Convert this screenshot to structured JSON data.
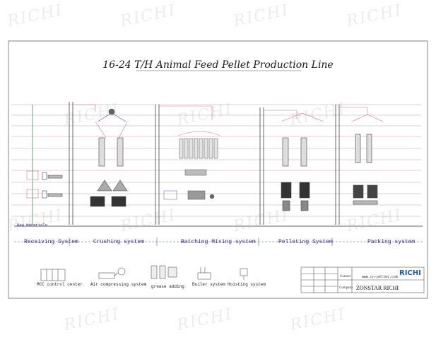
{
  "title": "16-24 T/H Animal Feed Pellet Production Line",
  "raw_materials_label": "Raw Materials",
  "sections": [
    {
      "name": "Receiving System"
    },
    {
      "name": "Crushing system"
    },
    {
      "name": "Batching Mixing system"
    },
    {
      "name": "Pelleting System"
    },
    {
      "name": "Packing system"
    }
  ],
  "auxiliary": [
    {
      "name": "MCC control center",
      "icon": "control-cabinet-icon"
    },
    {
      "name": "Air compressing system",
      "icon": "air-compressor-icon"
    },
    {
      "name": "grease adding",
      "icon": "grease-tank-icon"
    },
    {
      "name": "Boiler system",
      "icon": "boiler-icon"
    },
    {
      "name": "Hoisting system",
      "icon": "hoist-icon"
    }
  ],
  "title_block": {
    "contact_label": "Contact",
    "website": "www.cn-pellet.com",
    "company_label": "Company",
    "company": "ZONSTAR RICHI",
    "logo_text": "RICHI"
  },
  "watermark": "RICHI",
  "colors": {
    "line": "#555555",
    "accent_pink": "#d2729a",
    "accent_blue": "#4a55b8",
    "accent_green": "#3d9b4a",
    "text": "#222222"
  }
}
